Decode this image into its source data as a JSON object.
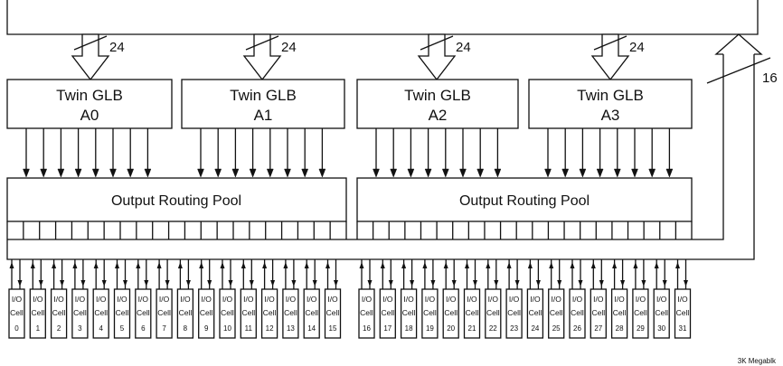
{
  "bus_width_in": "24",
  "bus_width_feedback": "16",
  "glbs": [
    {
      "title": "Twin GLB",
      "name": "A0"
    },
    {
      "title": "Twin GLB",
      "name": "A1"
    },
    {
      "title": "Twin GLB",
      "name": "A2"
    },
    {
      "title": "Twin GLB",
      "name": "A3"
    }
  ],
  "routing_pools": [
    {
      "label": "Output Routing Pool"
    },
    {
      "label": "Output Routing Pool"
    }
  ],
  "io_cell": {
    "line1": "I/O",
    "line2": "Cell"
  },
  "io_cell_numbers": [
    "0",
    "1",
    "2",
    "3",
    "4",
    "5",
    "6",
    "7",
    "8",
    "9",
    "10",
    "11",
    "12",
    "13",
    "14",
    "15",
    "16",
    "17",
    "18",
    "19",
    "20",
    "21",
    "22",
    "23",
    "24",
    "25",
    "26",
    "27",
    "28",
    "29",
    "30",
    "31"
  ],
  "caption": "3K Megablk"
}
